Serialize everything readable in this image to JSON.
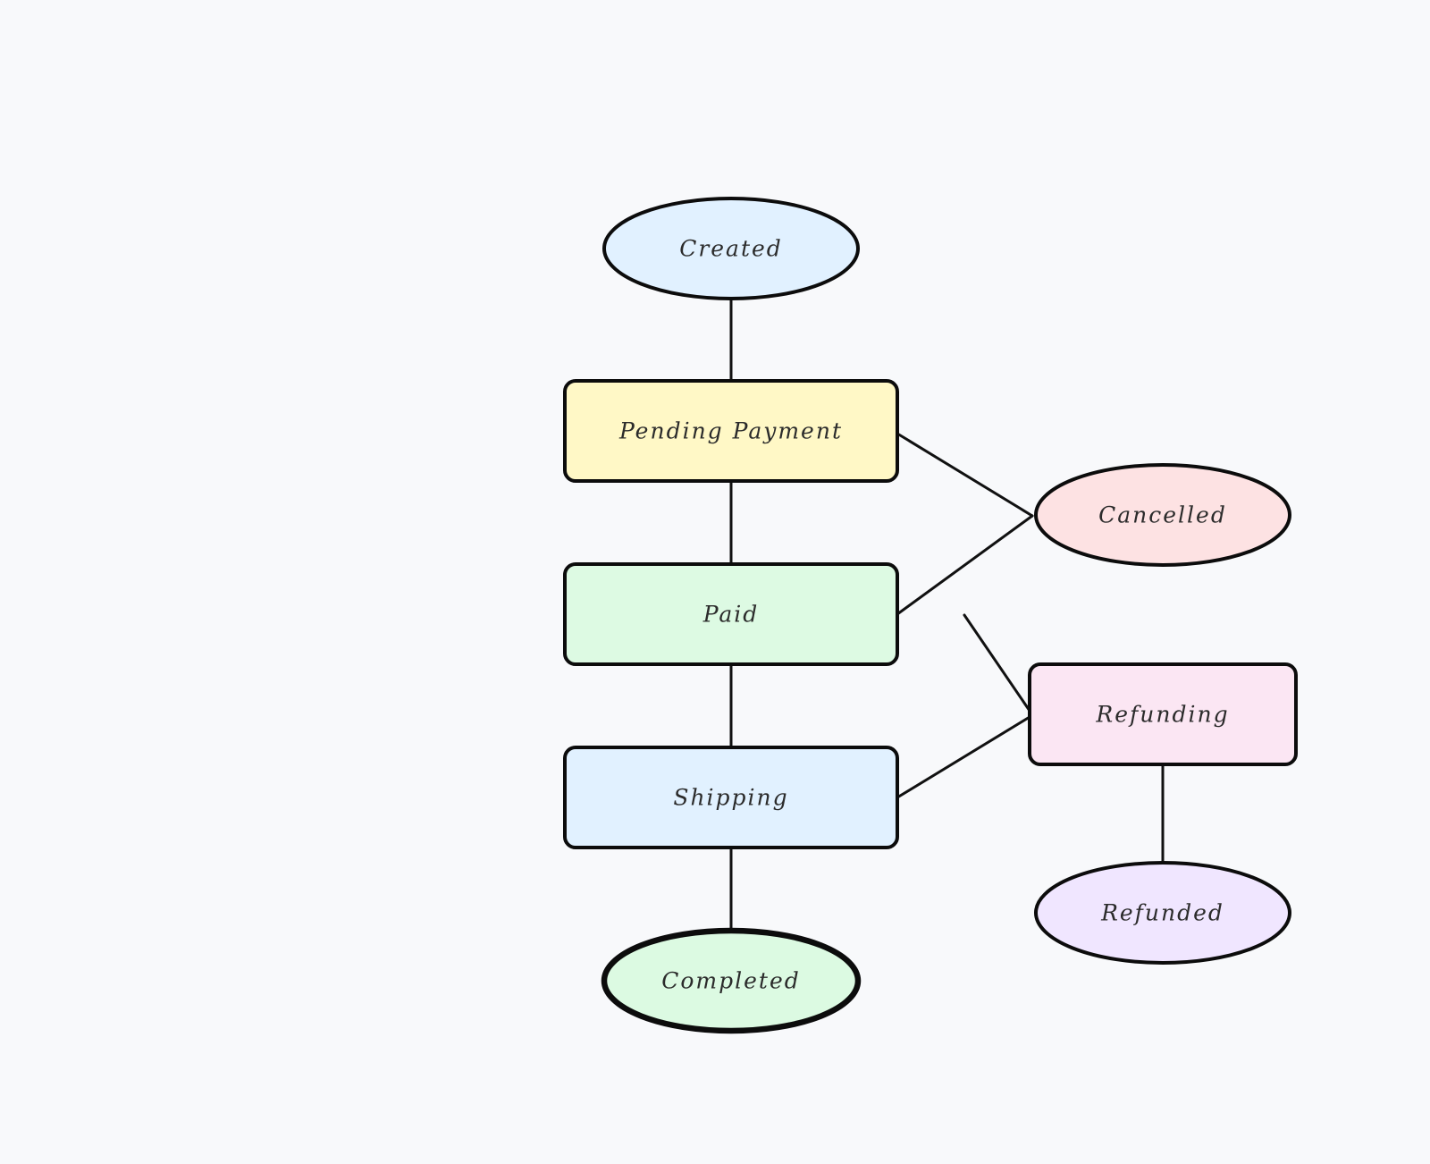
{
  "nodes": [
    {
      "id": "created",
      "label": "Created",
      "shape": "ellipse",
      "fill": "#e1f1ff"
    },
    {
      "id": "pending-payment",
      "label": "Pending Payment",
      "shape": "rect",
      "fill": "#fff8c6"
    },
    {
      "id": "paid",
      "label": "Paid",
      "shape": "rect",
      "fill": "#ddfae3"
    },
    {
      "id": "shipping",
      "label": "Shipping",
      "shape": "rect",
      "fill": "#e1f1ff"
    },
    {
      "id": "completed",
      "label": "Completed",
      "shape": "ellipse",
      "fill": "#dcfae2",
      "emphasis": "thick-border"
    },
    {
      "id": "cancelled",
      "label": "Cancelled",
      "shape": "ellipse",
      "fill": "#fde2e3"
    },
    {
      "id": "refunding",
      "label": "Refunding",
      "shape": "rect",
      "fill": "#fbe6f3"
    },
    {
      "id": "refunded",
      "label": "Refunded",
      "shape": "ellipse",
      "fill": "#f0e6ff"
    }
  ],
  "edges": [
    {
      "from": "created",
      "to": "pending-payment"
    },
    {
      "from": "pending-payment",
      "to": "paid"
    },
    {
      "from": "paid",
      "to": "shipping"
    },
    {
      "from": "shipping",
      "to": "completed"
    },
    {
      "from": "pending-payment",
      "to": "cancelled"
    },
    {
      "from": "paid",
      "to": "cancelled"
    },
    {
      "from": "paid",
      "to": "refunding"
    },
    {
      "from": "shipping",
      "to": "refunding"
    },
    {
      "from": "refunding",
      "to": "refunded"
    }
  ],
  "style": {
    "background": "#f8f9fb",
    "stroke": "#0c0c0c"
  }
}
